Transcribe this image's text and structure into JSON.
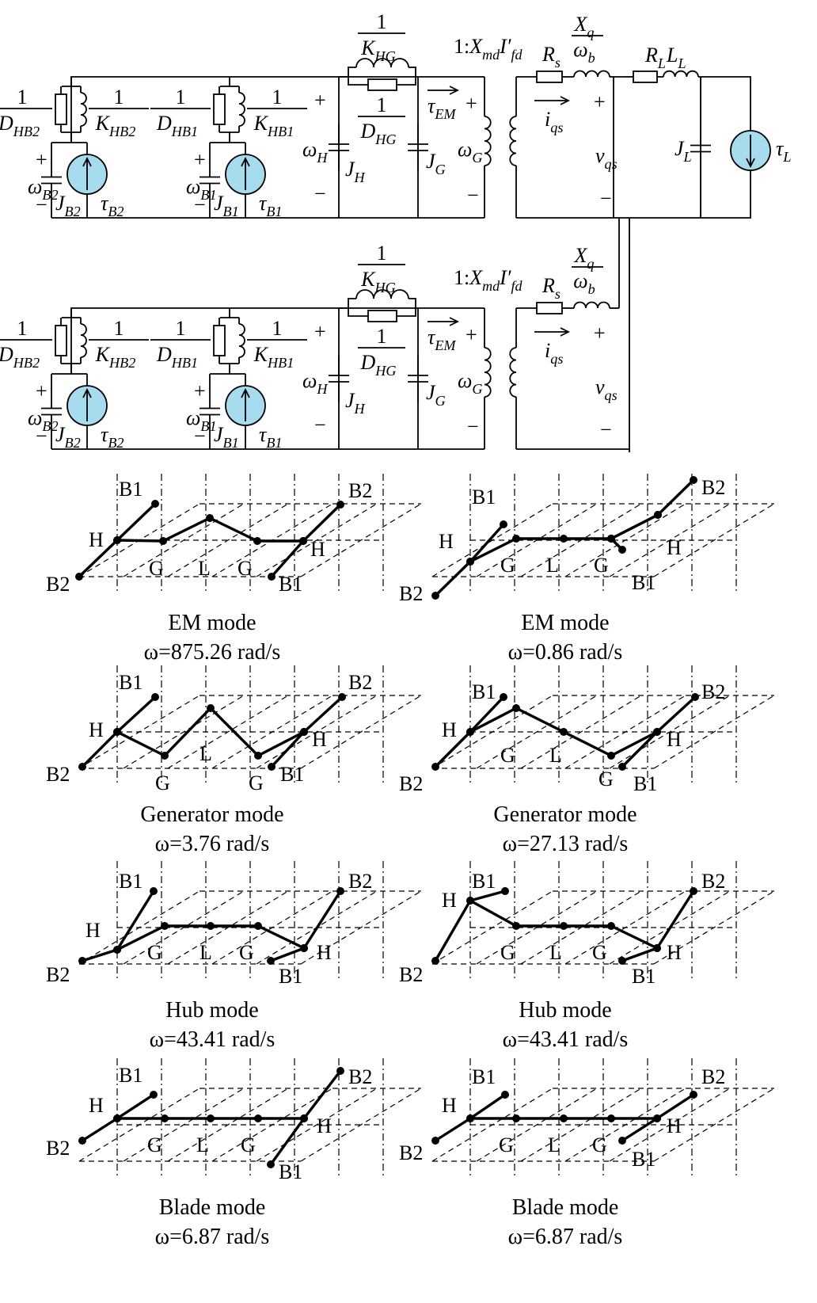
{
  "circuit": {
    "one": "1",
    "dhb2": "D",
    "dhb2_sub": "HB2",
    "khb2": "K",
    "khb2_sub": "HB2",
    "dhb1": "D",
    "dhb1_sub": "HB1",
    "khb1": "K",
    "khb1_sub": "HB1",
    "khg": "K",
    "khg_sub": "HG",
    "dhg": "D",
    "dhg_sub": "HG",
    "wb2": "ω",
    "wb2_sub": "B2",
    "wb1": "ω",
    "wb1_sub": "B1",
    "jb2": "J",
    "jb2_sub": "B2",
    "jb1": "J",
    "jb1_sub": "B1",
    "tb2": "τ",
    "tb2_sub": "B2",
    "tb1": "τ",
    "tb1_sub": "B1",
    "wh": "ω",
    "wh_sub": "H",
    "jh": "J",
    "jh_sub": "H",
    "tem": "τ",
    "tem_sub": "EM",
    "wg": "ω",
    "wg_sub": "G",
    "jg": "J",
    "jg_sub": "G",
    "ratio": "1:",
    "xmd": "X",
    "xmd_sub": "md",
    "ifd": "I′",
    "ifd_sub": "fd",
    "rs": "R",
    "rs_sub": "s",
    "xq": "X",
    "xq_sub": "q",
    "wb": "ω",
    "wb_sub": "b",
    "rl": "R",
    "rl_sub": "L",
    "ll": "L",
    "ll_sub": "L",
    "iqs": "i",
    "iqs_sub": "qs",
    "vqs": "v",
    "vqs_sub": "qs",
    "jl": "J",
    "jl_sub": "L",
    "tl": "τ",
    "tl_sub": "L",
    "plus": "+",
    "minus": "−"
  },
  "node_labels": {
    "b1": "B1",
    "b2": "B2",
    "h": "H",
    "g": "G",
    "l": "L"
  },
  "modes": [
    {
      "name": "EM mode",
      "omega": "ω=875.26 rad/s"
    },
    {
      "name": "EM mode",
      "omega": "ω=0.86 rad/s"
    },
    {
      "name": "Generator mode",
      "omega": "ω=3.76 rad/s"
    },
    {
      "name": "Generator mode",
      "omega": "ω=27.13 rad/s"
    },
    {
      "name": "Hub mode",
      "omega": "ω=43.41 rad/s"
    },
    {
      "name": "Hub mode",
      "omega": "ω=43.41 rad/s"
    },
    {
      "name": "Blade mode",
      "omega": "ω=6.87 rad/s"
    },
    {
      "name": "Blade mode",
      "omega": "ω=6.87 rad/s"
    }
  ]
}
